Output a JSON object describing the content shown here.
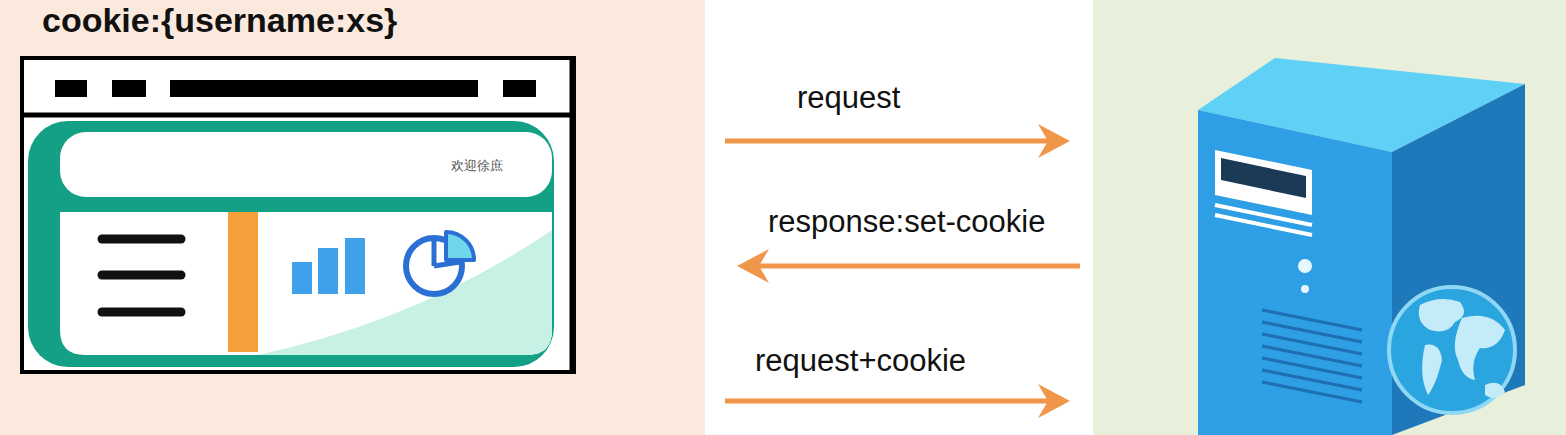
{
  "diagram": {
    "title": "cookie:{username:xs}",
    "labels": [
      "request",
      "response:set-cookie",
      "request+cookie",
      "欢迎徐庶"
    ]
  }
}
